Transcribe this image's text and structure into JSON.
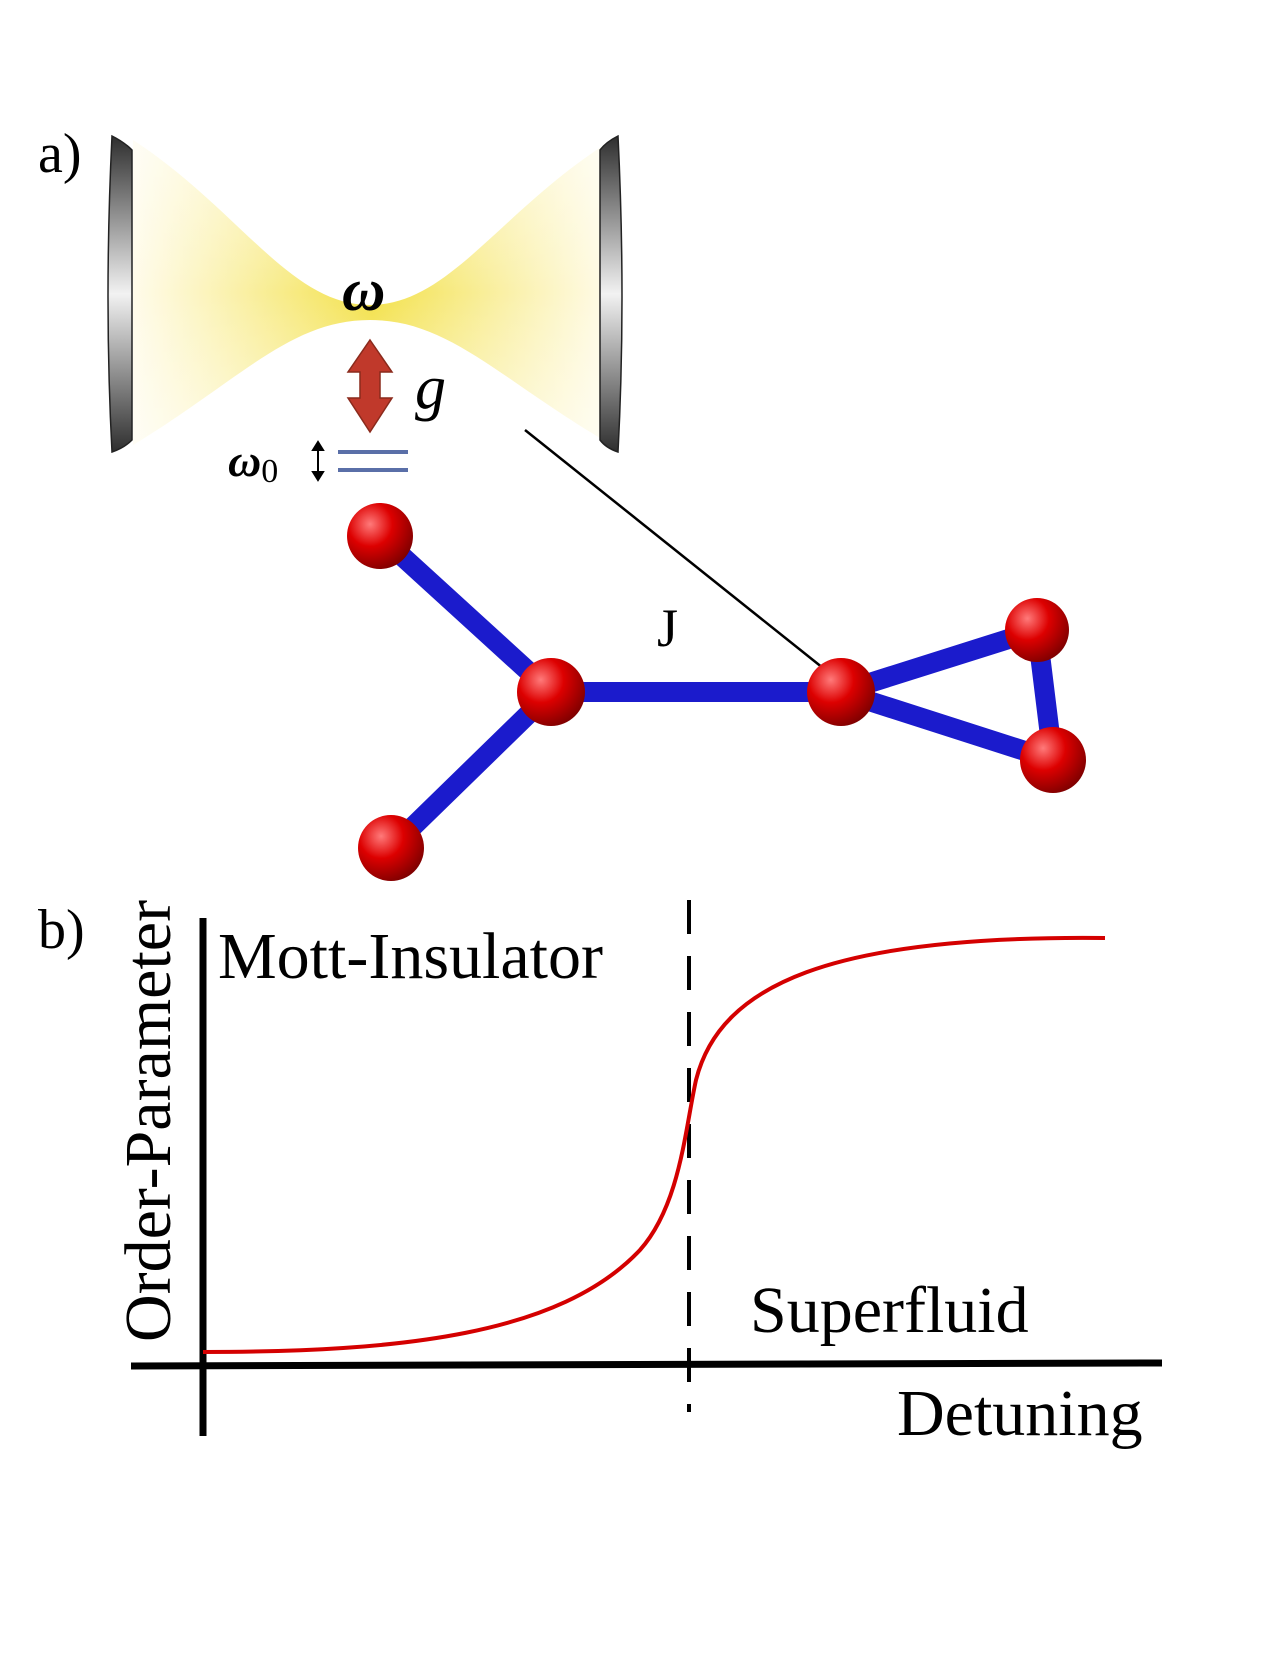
{
  "panel_a": {
    "label": "a)",
    "cavity_mode_symbol": "ω",
    "coupling_symbol": "g",
    "atom_frequency_symbol": "ω",
    "atom_frequency_subscript": "0",
    "hopping_symbol": "J"
  },
  "panel_b": {
    "label": "b)",
    "y_axis_label": "Order-Parameter",
    "x_axis_label": "Detuning",
    "region_left_label": "Mott-Insulator",
    "region_right_label": "Superfluid"
  },
  "colors": {
    "cavity_light": "#f3e14a",
    "mirror_dark": "#3a3a3a",
    "coupling_arrow": "#c0392b",
    "atom_levels": "#5a6fa8",
    "node": "#d40000",
    "edge": "#1b1bcc",
    "curve": "#d40000"
  },
  "chart_data": {
    "type": "line",
    "title": "",
    "xlabel": "Detuning",
    "ylabel": "Order-Parameter",
    "grid": false,
    "annotations": [
      "Mott-Insulator",
      "Superfluid"
    ],
    "critical_point": 0.55
  }
}
